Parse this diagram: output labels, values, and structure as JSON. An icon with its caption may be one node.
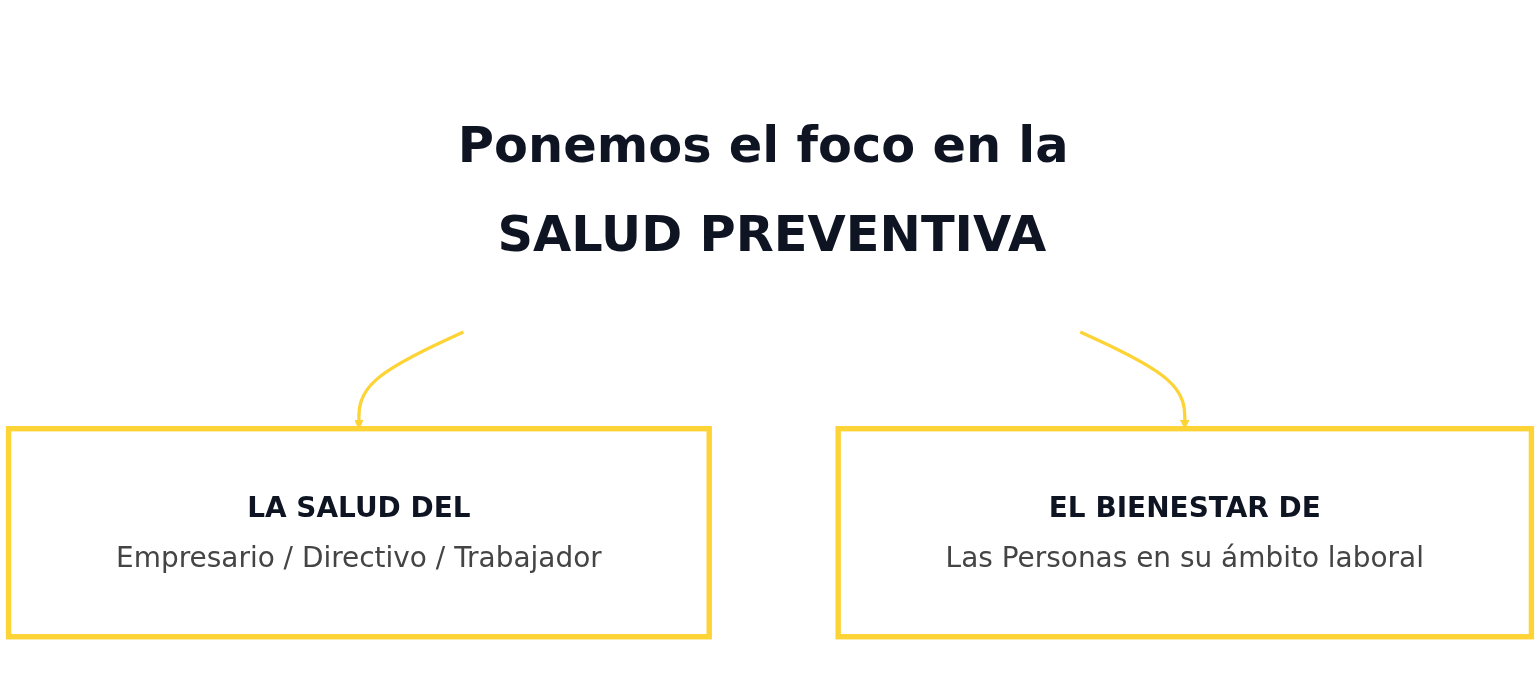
{
  "diagram": {
    "nodes": [
      {
        "text": [
          "Ponemos el foco en la SALUD PREVENTIVA"
        ]
      },
      {
        "text": [
          "LA SALUD DEL",
          "Empresario / Directivo / Trabajador"
        ]
      },
      {
        "text": [
          "EL BIENESTAR DE",
          "Las Personas en su ámbito laboral"
        ]
      }
    ],
    "edges": [
      {
        "from": 0,
        "to": 1,
        "arrow": "to"
      },
      {
        "from": 0,
        "to": 2,
        "arrow": "to"
      }
    ]
  }
}
